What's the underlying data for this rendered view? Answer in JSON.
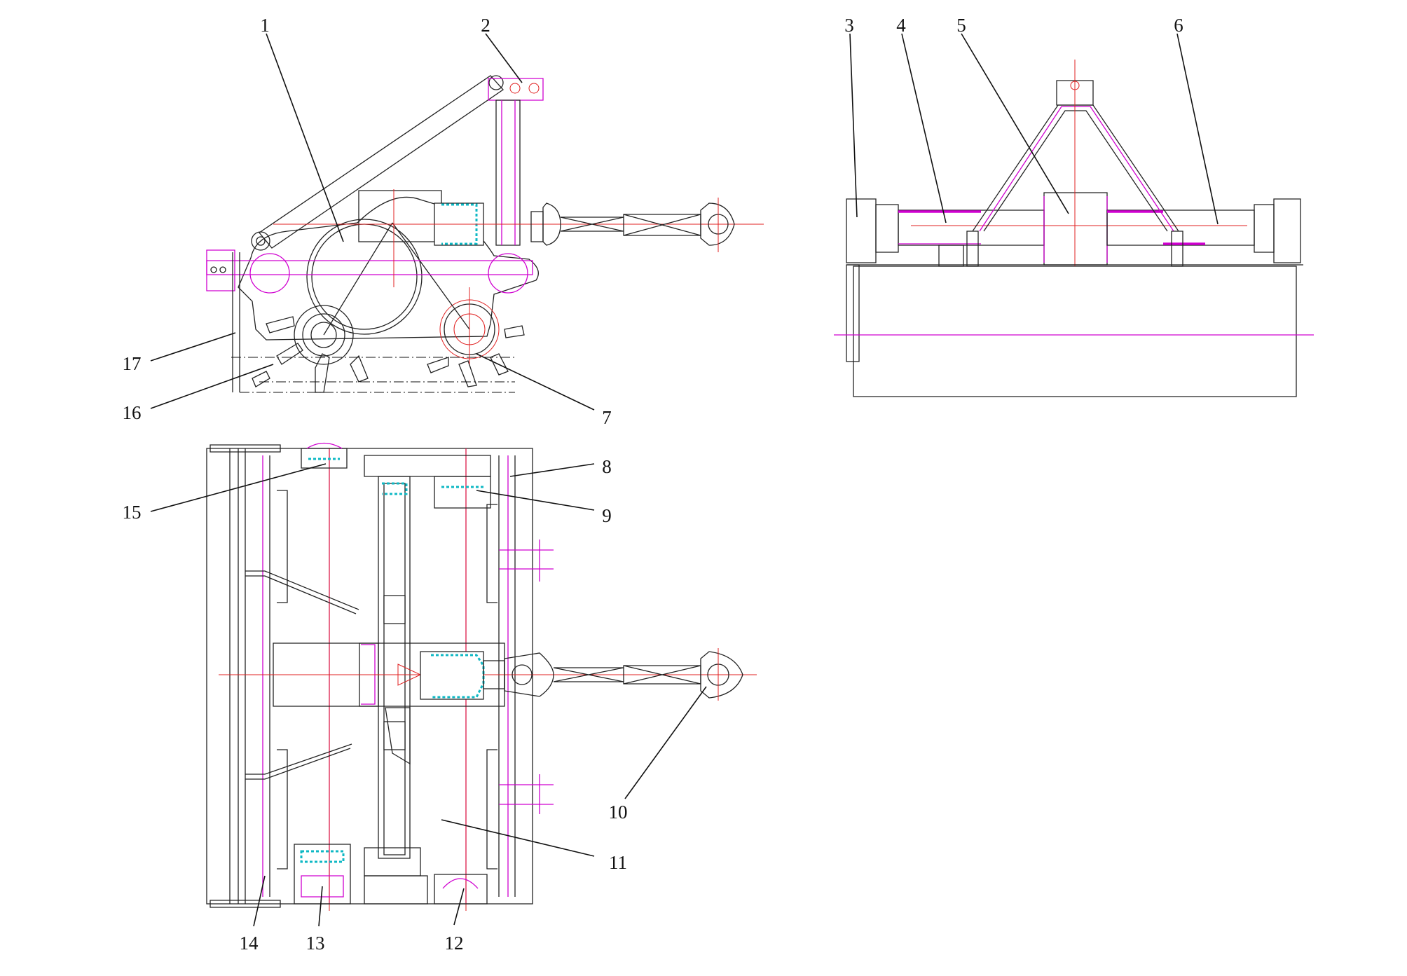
{
  "callouts": [
    {
      "id": "1",
      "label": "1"
    },
    {
      "id": "2",
      "label": "2"
    },
    {
      "id": "3",
      "label": "3"
    },
    {
      "id": "4",
      "label": "4"
    },
    {
      "id": "5",
      "label": "5"
    },
    {
      "id": "6",
      "label": "6"
    },
    {
      "id": "7",
      "label": "7"
    },
    {
      "id": "8",
      "label": "8"
    },
    {
      "id": "9",
      "label": "9"
    },
    {
      "id": "10",
      "label": "10"
    },
    {
      "id": "11",
      "label": "11"
    },
    {
      "id": "12",
      "label": "12"
    },
    {
      "id": "13",
      "label": "13"
    },
    {
      "id": "14",
      "label": "14"
    },
    {
      "id": "15",
      "label": "15"
    },
    {
      "id": "16",
      "label": "16"
    },
    {
      "id": "17",
      "label": "17"
    }
  ],
  "colors": {
    "outline": "#222222",
    "hidden": "#d000d0",
    "centerline": "#e02020",
    "section": "#0fb8c4"
  }
}
